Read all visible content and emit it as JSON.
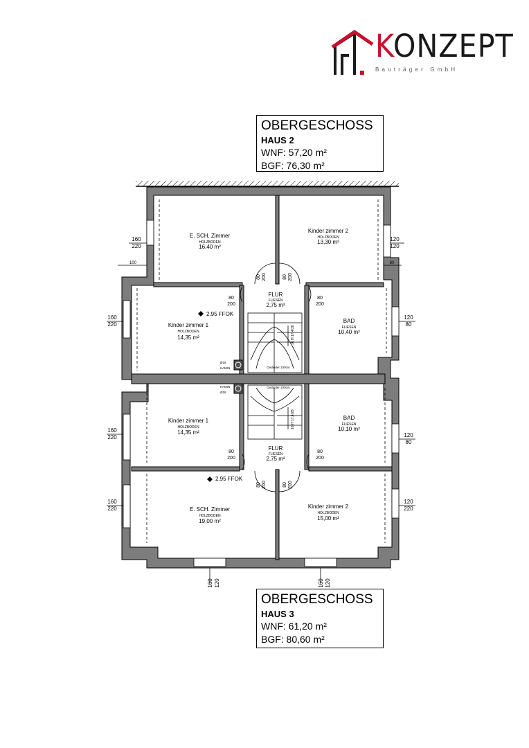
{
  "logo": {
    "brand_k": "K",
    "brand_rest": "ONZEPT",
    "subtitle": "Bauträger GmbH"
  },
  "top_box": {
    "title": "OBERGESCHOSS",
    "house": "HAUS 2",
    "wnf": "WNF: 57,20 m²",
    "bgf": "BGF: 76,30 m²"
  },
  "bottom_box": {
    "title": "OBERGESCHOSS",
    "house": "HAUS 3",
    "wnf": "WNF: 61,20 m²",
    "bgf": "BGF: 80,60 m²"
  },
  "haus2": {
    "eltern": {
      "name": "E. SCH. Zimmer",
      "floor": "HOLZBODEN",
      "area": "16,40 m²"
    },
    "kinder2": {
      "name": "Kinder zimmer 2",
      "floor": "HOLZBODEN",
      "area": "13,30 m²"
    },
    "kinder1": {
      "name": "Kinder zimmer 1",
      "floor": "HOLZBODEN",
      "area": "14,35 m²"
    },
    "bad": {
      "name": "BAD",
      "floor": "FLIESEN",
      "area": "10,40 m²"
    },
    "flur": {
      "name": "FLUR",
      "floor": "FLIESEN",
      "area": "2,75 m²"
    },
    "ffok": "2.95 FFOK",
    "stair": "16 H\n17,4/28",
    "gelaender": "Geländer 100cm",
    "kamin": "KAMIN",
    "kamin_d": "Ø18"
  },
  "haus3": {
    "eltern": {
      "name": "E. SCH. Zimmer",
      "floor": "HOLZBODEN",
      "area": "19,00 m²"
    },
    "kinder2": {
      "name": "Kinder zimmer 2",
      "floor": "HOLZBODEN",
      "area": "15,00 m²"
    },
    "kinder1": {
      "name": "Kinder zimmer 1",
      "floor": "HOLZBODEN",
      "area": "14,35 m²"
    },
    "bad": {
      "name": "BAD",
      "floor": "FLIESEN",
      "area": "10,10 m²"
    },
    "flur": {
      "name": "FLUR",
      "floor": "FLIESEN",
      "area": "2,75 m²"
    },
    "ffok": "2.95 FFOK",
    "stair": "16 H\n17,4/28",
    "gelaender": "Geländer 100cm",
    "kamin": "KAMIN",
    "kamin_d": "Ø18"
  },
  "dims": {
    "d160": "160",
    "d220": "220",
    "d120": "120",
    "d80": "80",
    "d100": "100",
    "d200": "200"
  }
}
